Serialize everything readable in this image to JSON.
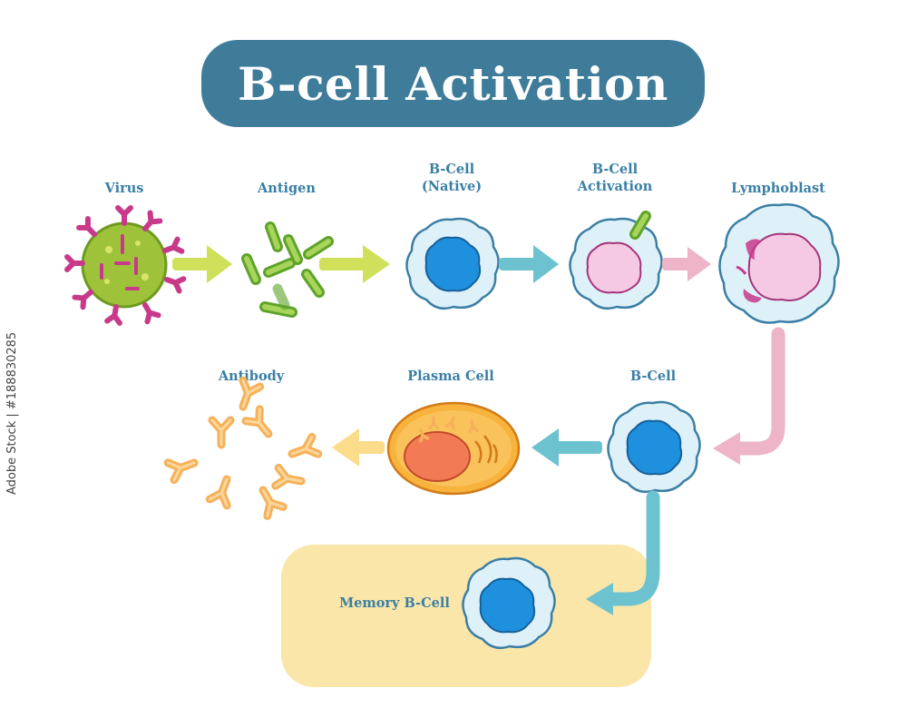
{
  "title": "B-cell Activation",
  "labels": {
    "virus": "Virus",
    "antigen": "Antigen",
    "bcell_native_line1": "B-Cell",
    "bcell_native_line2": "(Native)",
    "bcell_activation_line1": "B-Cell",
    "bcell_activation_line2": "Activation",
    "lymphoblast": "Lymphoblast",
    "antibody": "Antibody",
    "plasma_cell": "Plasma Cell",
    "bcell": "B-Cell",
    "memory_bcell": "Memory B-Cell"
  },
  "watermark": "Adobe Stock | #188830285",
  "colors": {
    "title_bg": "#3f7c9a",
    "label_text": "#3a7fa5",
    "virus_green": "#9ec33a",
    "receptor_magenta": "#c8398a",
    "antigen_green": "#8fc23b",
    "arrow_yellowgreen": "#cfe05a",
    "arrow_teal": "#6cc3cf",
    "arrow_pink": "#eeb4c8",
    "arrow_yellow": "#fbdc8a",
    "cell_membrane": "#bde3f2",
    "cell_nucleus_blue": "#1e90dd",
    "nucleus_pink": "#f5c9e3",
    "plasma_orange": "#f7b33c",
    "plasma_nucleus": "#f27a55",
    "antibody_orange": "#f6b15a",
    "memory_bg": "#fbe6a9"
  }
}
